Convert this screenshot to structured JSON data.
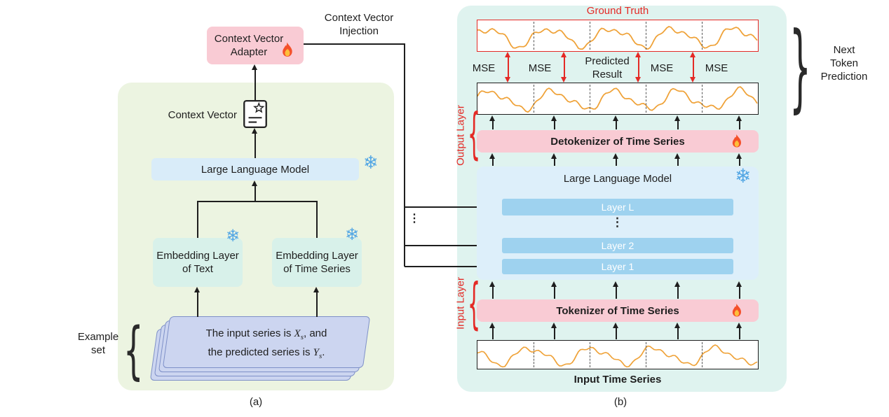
{
  "colors": {
    "wave": "#efa238",
    "accent_red": "#e42a26",
    "snowflake_blue": "#54a7e4",
    "panel_a_bg": "#ecf4e1",
    "panel_b_bg": "#dff3ef",
    "pink_box": "#f9cbd4",
    "blue_box": "#d9ecf9",
    "layer_bar": "#9ed2ef",
    "card_bg": "#ccd5f0"
  },
  "icons": {
    "snowflake": "❄",
    "vertical_dots": "⋮",
    "brace_left": "{",
    "brace_right": "}"
  },
  "panel_a": {
    "caption": "(a)",
    "adapter": {
      "line1": "Context Vector",
      "line2": "Adapter"
    },
    "context_vector_label": "Context Vector",
    "llm_label": "Large Language Model",
    "embedding_text_label": "Embedding Layer of Text",
    "embedding_ts_label": "Embedding Layer of Time Series",
    "example_set": {
      "line1": "Example",
      "line2": "set"
    },
    "card": {
      "line1_prefix": "The input series is ",
      "line1_var": "X",
      "line1_sub": "s",
      "line1_suffix": ", and",
      "line2_prefix": "the predicted series is ",
      "line2_var": "Y",
      "line2_sub": "s",
      "line2_suffix": "."
    }
  },
  "injection": {
    "line1": "Context Vector",
    "line2": "Injection"
  },
  "panel_b": {
    "caption": "(b)",
    "ground_truth_label": "Ground Truth",
    "mse_labels": [
      "MSE",
      "MSE",
      "MSE",
      "MSE"
    ],
    "predicted_result": {
      "line1": "Predicted",
      "line2": "Result"
    },
    "next_token": {
      "line1": "Next",
      "line2": "Token",
      "line3": "Prediction"
    },
    "output_layer_label": "Output Layer",
    "detokenizer_label": "Detokenizer of Time Series",
    "llm_label": "Large Language Model",
    "layers": [
      "Layer L",
      "Layer 2",
      "Layer 1"
    ],
    "input_layer_label": "Input Layer",
    "tokenizer_label": "Tokenizer of Time Series",
    "input_series_label": "Input Time Series"
  }
}
